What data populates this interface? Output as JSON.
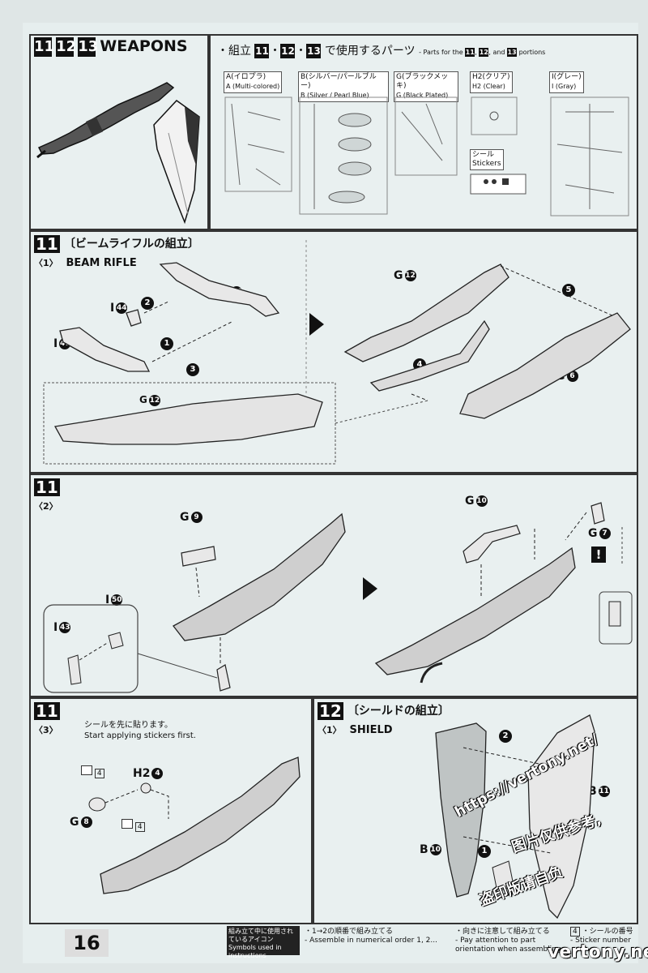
{
  "page_number": "16",
  "section_title": {
    "nums": [
      "11",
      "12",
      "13"
    ],
    "label": "WEAPONS"
  },
  "parts_header": {
    "jp_prefix": "・組立",
    "nums": [
      "11",
      "12",
      "13"
    ],
    "jp_suffix": "で使用するパーツ",
    "en_prefix": "- Parts for the",
    "en_and": "and",
    "en_suffix": "portions"
  },
  "sprues": [
    {
      "jp": "A(イロプラ)",
      "en": "A (Multi-colored)"
    },
    {
      "jp": "B(シルバー/パールブルー)",
      "en": "B (Silver / Pearl Blue)"
    },
    {
      "jp": "G(ブラックメッキ)",
      "en": "G (Black Plated)"
    },
    {
      "jp": "H2(クリア)",
      "en": "H2 (Clear)"
    },
    {
      "jp": "I(グレー)",
      "en": "I (Gray)"
    }
  ],
  "stickers": {
    "jp": "シール",
    "en": "Stickers"
  },
  "step11_1": {
    "num": "11",
    "jp_title": "〔ビームライフルの組立〕",
    "sub": "〈1〉",
    "en_title": "BEAM RIFLE",
    "parts": {
      "i46": {
        "letter": "I",
        "n": "46"
      },
      "i44": {
        "letter": "I",
        "n": "44"
      },
      "i47": {
        "letter": "I",
        "n": "47"
      },
      "g12a": {
        "letter": "G",
        "n": "12"
      },
      "g12b": {
        "letter": "G",
        "n": "12"
      },
      "g6": {
        "letter": "G",
        "n": "6"
      }
    },
    "order": [
      "1",
      "2",
      "3",
      "4",
      "5"
    ]
  },
  "step11_2": {
    "num": "11",
    "sub": "〈2〉",
    "parts": {
      "g9": {
        "letter": "G",
        "n": "9"
      },
      "i50": {
        "letter": "I",
        "n": "50"
      },
      "i43": {
        "letter": "I",
        "n": "43"
      },
      "g10": {
        "letter": "G",
        "n": "10"
      },
      "g7": {
        "letter": "G",
        "n": "7"
      }
    }
  },
  "step11_3": {
    "num": "11",
    "sub": "〈3〉",
    "note_jp": "シールを先に貼ります。",
    "note_en": "Start applying stickers first.",
    "parts": {
      "h2_4": {
        "letter": "H2",
        "n": "4"
      },
      "g8": {
        "letter": "G",
        "n": "8"
      }
    },
    "sticker_no": "4"
  },
  "step12_1": {
    "num": "12",
    "jp_title": "〔シールドの組立〕",
    "sub": "〈1〉",
    "en_title": "SHIELD",
    "parts": {
      "b10": {
        "letter": "B",
        "n": "10"
      },
      "b11": {
        "letter": "B",
        "n": "11"
      }
    },
    "order": [
      "1",
      "2"
    ]
  },
  "footer": {
    "icons_jp": "組み立て中に使用されているアイコン",
    "icons_en": "Symbols used in instructions",
    "order_jp": "・1→2の順番で組み立てる",
    "order_en": "- Assemble in numerical order 1, 2...",
    "attention_jp": "・向きに注意して組み立てる",
    "attention_en": "- Pay attention to part orientation when assembling",
    "sticker_jp": "・シールの番号",
    "sticker_en": "- Sticker number",
    "sticker_icon_no": "4"
  },
  "watermark": {
    "url": "https://vertony.net/",
    "line1": "图片仅供参考,",
    "line2": "盗印版请自负",
    "site": "vertony.net"
  }
}
